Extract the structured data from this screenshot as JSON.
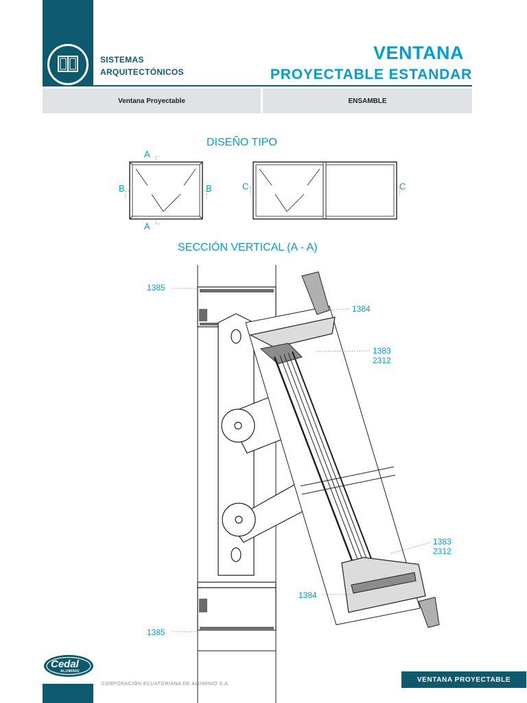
{
  "header": {
    "brand_line1": "SISTEMAS",
    "brand_line2": "ARQUITECTÓNICOS",
    "title_main": "VENTANA",
    "title_sub": "PROYECTABLE ESTANDAR",
    "info_left": "Ventana Proyectable",
    "info_right": "ENSAMBLE",
    "logo_icon": "window-logo-icon"
  },
  "design": {
    "title": "DISEÑO TIPO",
    "marks": {
      "a_top": "A",
      "a_bottom": "A",
      "b_left": "B",
      "b_right": "B",
      "c_left": "C",
      "c_right": "C"
    }
  },
  "section": {
    "title": "SECCIÓN VERTICAL (A - A)",
    "labels": {
      "l1385_top": "1385",
      "l1384_top": "1384",
      "l1383_top": "1383",
      "l2312_top": "2312",
      "l1383_bottom": "1383",
      "l2312_bottom": "2312",
      "l1384_bottom": "1384",
      "l1385_bottom": "1385"
    }
  },
  "footer": {
    "pill": "VENTANA PROYECTABLE",
    "company": "CORPORACIÓN ECUATORIANA DE ALUMINIO S.A.",
    "logo_text": "Cedal",
    "logo_sub": "ALUMINIO"
  },
  "colors": {
    "brand_dark": "#0d5a6e",
    "accent_blue": "#009fd1",
    "info_bar": "#dfe3e6"
  }
}
